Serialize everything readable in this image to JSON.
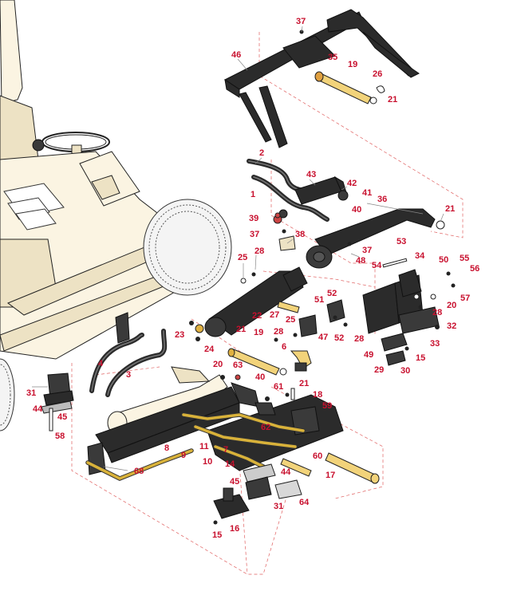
{
  "callouts": [
    {
      "id": "c37a",
      "text": "37"
    },
    {
      "id": "c46",
      "text": "46"
    },
    {
      "id": "c35",
      "text": "35"
    },
    {
      "id": "c19a",
      "text": "19"
    },
    {
      "id": "c26",
      "text": "26"
    },
    {
      "id": "c21a",
      "text": "21"
    },
    {
      "id": "c2",
      "text": "2"
    },
    {
      "id": "c43",
      "text": "43"
    },
    {
      "id": "c42",
      "text": "42"
    },
    {
      "id": "c41",
      "text": "41"
    },
    {
      "id": "c1",
      "text": "1"
    },
    {
      "id": "c36",
      "text": "36"
    },
    {
      "id": "c40a",
      "text": "40"
    },
    {
      "id": "c21b",
      "text": "21"
    },
    {
      "id": "c39",
      "text": "39"
    },
    {
      "id": "c37b",
      "text": "37"
    },
    {
      "id": "c38",
      "text": "38"
    },
    {
      "id": "c37c",
      "text": "37"
    },
    {
      "id": "c53",
      "text": "53"
    },
    {
      "id": "c25a",
      "text": "25"
    },
    {
      "id": "c28a",
      "text": "28"
    },
    {
      "id": "c48",
      "text": "48"
    },
    {
      "id": "c54",
      "text": "54"
    },
    {
      "id": "c34",
      "text": "34"
    },
    {
      "id": "c50",
      "text": "50"
    },
    {
      "id": "c55",
      "text": "55"
    },
    {
      "id": "c56",
      "text": "56"
    },
    {
      "id": "c52a",
      "text": "52"
    },
    {
      "id": "c57",
      "text": "57"
    },
    {
      "id": "c51",
      "text": "51"
    },
    {
      "id": "c20a",
      "text": "20"
    },
    {
      "id": "c28b",
      "text": "28"
    },
    {
      "id": "c22",
      "text": "22"
    },
    {
      "id": "c27",
      "text": "27"
    },
    {
      "id": "c25b",
      "text": "25"
    },
    {
      "id": "c32",
      "text": "32"
    },
    {
      "id": "c23",
      "text": "23"
    },
    {
      "id": "c21c",
      "text": "21"
    },
    {
      "id": "c19b",
      "text": "19"
    },
    {
      "id": "c28c",
      "text": "28"
    },
    {
      "id": "c47",
      "text": "47"
    },
    {
      "id": "c52b",
      "text": "52"
    },
    {
      "id": "c28d",
      "text": "28"
    },
    {
      "id": "c33",
      "text": "33"
    },
    {
      "id": "c24",
      "text": "24"
    },
    {
      "id": "c6",
      "text": "6"
    },
    {
      "id": "c49",
      "text": "49"
    },
    {
      "id": "c15a",
      "text": "15"
    },
    {
      "id": "c4",
      "text": "4"
    },
    {
      "id": "c20b",
      "text": "20"
    },
    {
      "id": "c63",
      "text": "63"
    },
    {
      "id": "c21d",
      "text": "21"
    },
    {
      "id": "c29",
      "text": "29"
    },
    {
      "id": "c30",
      "text": "30"
    },
    {
      "id": "c3",
      "text": "3"
    },
    {
      "id": "c40b",
      "text": "40"
    },
    {
      "id": "c61",
      "text": "61"
    },
    {
      "id": "c31a",
      "text": "31"
    },
    {
      "id": "c18",
      "text": "18"
    },
    {
      "id": "c44a",
      "text": "44"
    },
    {
      "id": "c45a",
      "text": "45"
    },
    {
      "id": "c59",
      "text": "59"
    },
    {
      "id": "c62",
      "text": "62"
    },
    {
      "id": "c58",
      "text": "58"
    },
    {
      "id": "c8",
      "text": "8"
    },
    {
      "id": "c11",
      "text": "11"
    },
    {
      "id": "c7",
      "text": "7"
    },
    {
      "id": "c60",
      "text": "60"
    },
    {
      "id": "c9",
      "text": "9"
    },
    {
      "id": "c10",
      "text": "10"
    },
    {
      "id": "c14",
      "text": "14"
    },
    {
      "id": "c68",
      "text": "68"
    },
    {
      "id": "c44b",
      "text": "44"
    },
    {
      "id": "c17",
      "text": "17"
    },
    {
      "id": "c45b",
      "text": "45"
    },
    {
      "id": "c31b",
      "text": "31"
    },
    {
      "id": "c64",
      "text": "64"
    },
    {
      "id": "c16",
      "text": "16"
    },
    {
      "id": "c15b",
      "text": "15"
    }
  ],
  "colors": {
    "callout": "#c8102e",
    "leader_dash": "#e06060",
    "part_dark": "#2b2b2b",
    "body_cream": "#fbf4e2",
    "pin_gold": "#f2d37a"
  }
}
